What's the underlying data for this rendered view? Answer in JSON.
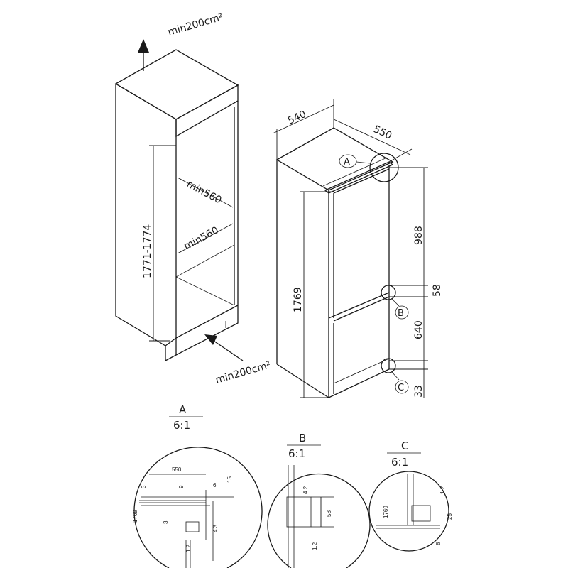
{
  "niche": {
    "vent_top": "min200cm²",
    "vent_bottom": "min200cm²",
    "depth_top": "min560",
    "depth_mid": "min560",
    "height": "1771-1774"
  },
  "fridge": {
    "width": "540",
    "depth": "550",
    "height": "1769",
    "seg_top": "988",
    "seg_gap": "58",
    "seg_bottom": "640",
    "seg_base": "33",
    "callout_a": "A",
    "callout_b": "B",
    "callout_c": "C"
  },
  "details": [
    {
      "letter": "A",
      "scale": "6:1",
      "labels": {
        "w550": "550",
        "d3a": "3",
        "d9": "9",
        "d6": "6",
        "d15": "15",
        "d1769": "1769",
        "d3b": "3",
        "d43": "4.3",
        "d12": "1.2"
      }
    },
    {
      "letter": "B",
      "scale": "6:1",
      "labels": {
        "d42": "4.2",
        "d58": "58",
        "d12": "1.2"
      }
    },
    {
      "letter": "C",
      "scale": "6:1",
      "labels": {
        "d1769": "1769",
        "d12": "1.2",
        "d25": "25",
        "d8": "8"
      }
    }
  ]
}
